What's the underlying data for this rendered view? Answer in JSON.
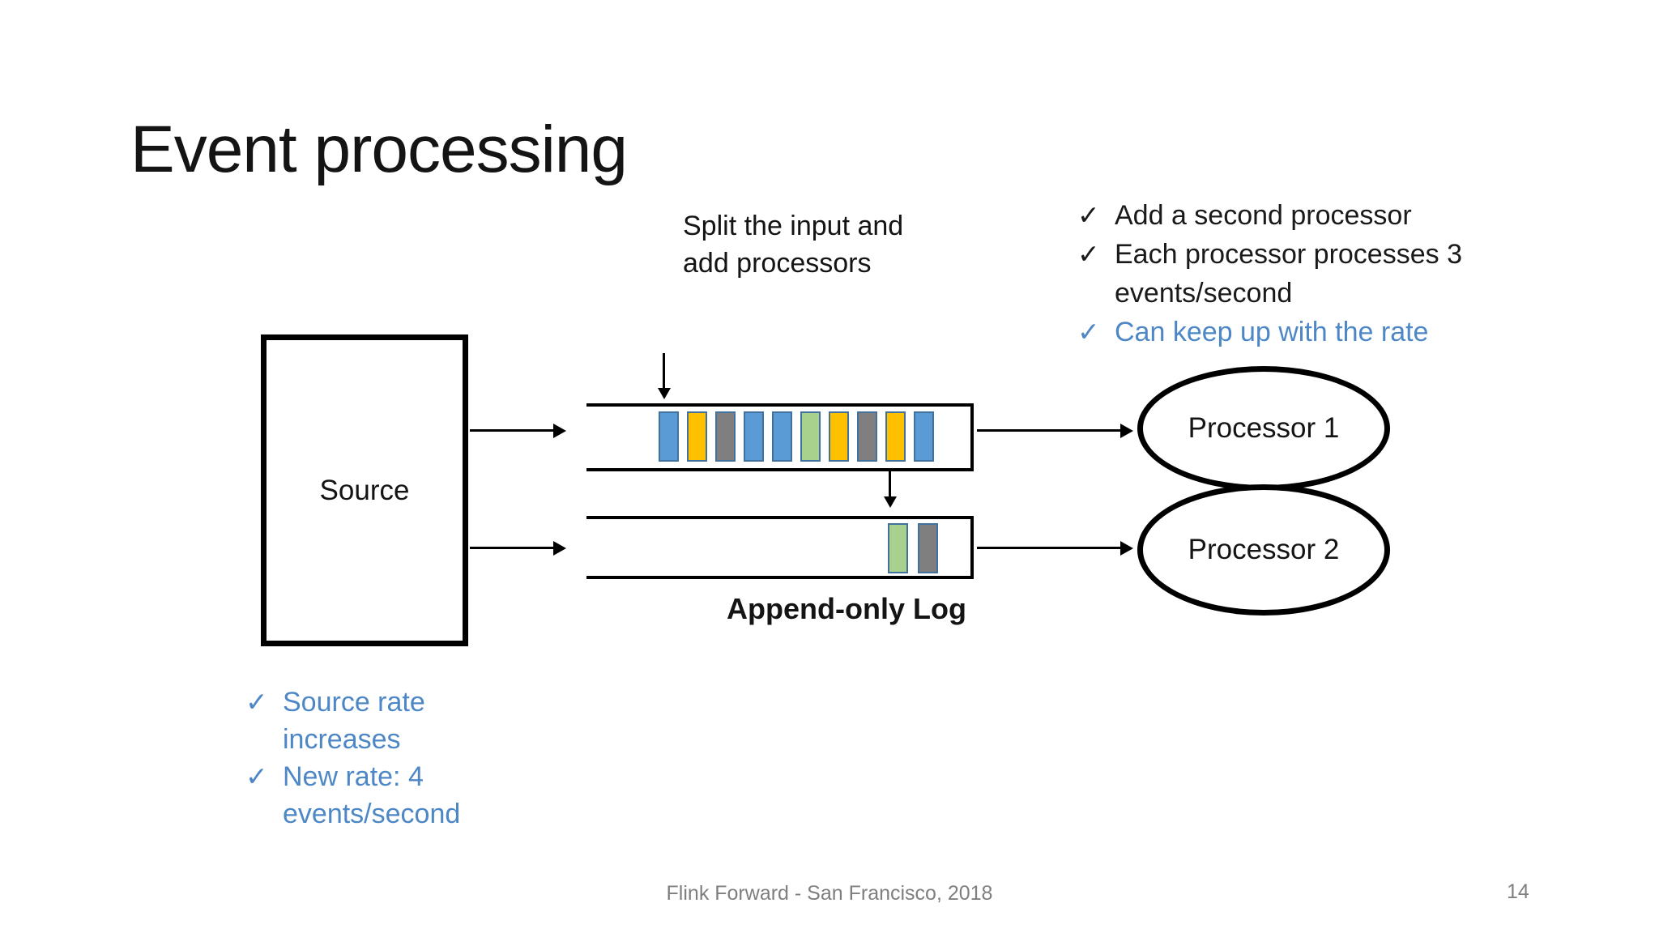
{
  "slide": {
    "title": "Event processing",
    "footer": "Flink Forward - San Francisco, 2018",
    "page_number": "14"
  },
  "annotations": {
    "split_label": "Split the input and add processors",
    "append_log_label": "Append-only Log"
  },
  "checklist_top_right": {
    "items": [
      {
        "check": "✓",
        "text": "Add a second processor",
        "color": "#1a1a1a"
      },
      {
        "check": "✓",
        "text": "Each processor processes 3 events/second",
        "color": "#1a1a1a"
      },
      {
        "check": "✓",
        "text": "Can keep up with the rate",
        "color": "#4e87c5"
      }
    ]
  },
  "checklist_bottom_left": {
    "items": [
      {
        "check": "✓",
        "text": "Source rate increases",
        "color": "#4e87c5"
      },
      {
        "check": "✓",
        "text": "New rate: 4 events/second",
        "color": "#4e87c5"
      }
    ]
  },
  "diagram": {
    "source_label": "Source",
    "processor1_label": "Processor 1",
    "processor2_label": "Processor 2",
    "log1_events": [
      "blue",
      "yellow",
      "gray",
      "blue",
      "blue",
      "green",
      "yellow",
      "gray",
      "yellow",
      "blue"
    ],
    "log2_events": [
      "green",
      "gray"
    ],
    "event_colors": {
      "blue": "#5B9BD5",
      "yellow": "#FFC000",
      "gray": "#7F7F7F",
      "green": "#A9D18E"
    },
    "event_border_color": "#41719C"
  },
  "colors": {
    "accent_blue_text": "#4e87c5",
    "footer_gray": "#7f7f7f"
  }
}
